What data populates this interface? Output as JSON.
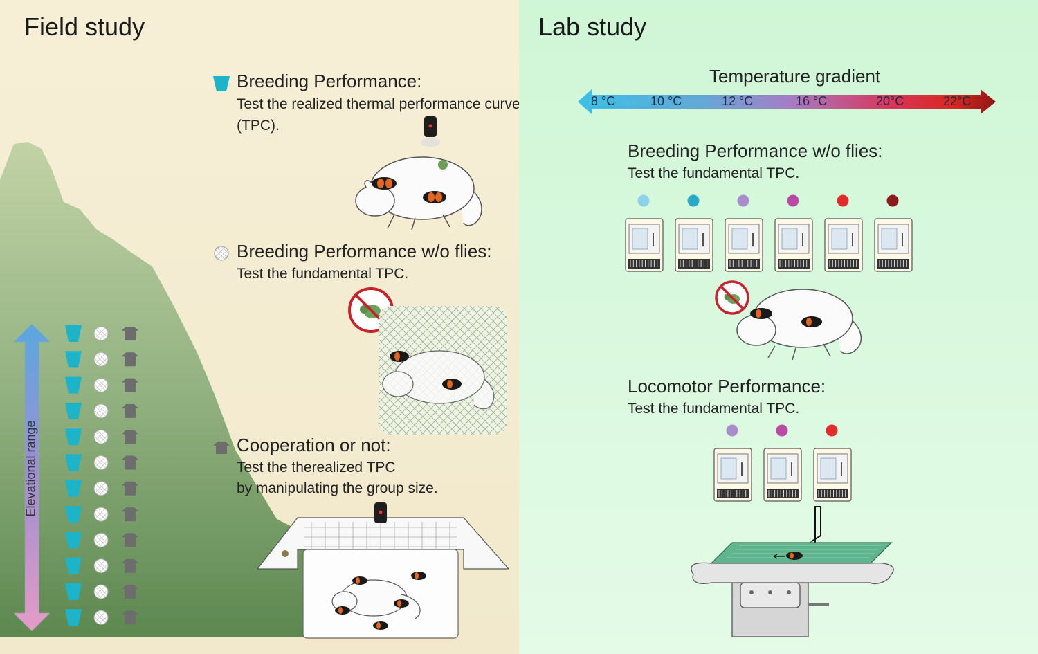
{
  "field": {
    "title": "Field study",
    "elevation_label": "Elevational range",
    "breeding": {
      "title": "Breeding Performance:",
      "line1": "Test the realized thermal performance curve",
      "line2": "(TPC)."
    },
    "breeding_noflies": {
      "title": "Breeding Performance w/o flies:",
      "line1": "Test the fundamental TPC."
    },
    "cooperation": {
      "title": "Cooperation or not:",
      "line1": "Test the therealized  TPC",
      "line2": "by manipulating the group size."
    },
    "icon_names": [
      "cup-icon",
      "mesh-circle-icon",
      "tent-icon"
    ],
    "rows": 12
  },
  "lab": {
    "title": "Lab study",
    "gradient_title": "Temperature gradient",
    "ticks": [
      "8 °C",
      "10 °C",
      "12 °C",
      "16 °C",
      "20°C",
      "22°C"
    ],
    "breeding_noflies": {
      "title": "Breeding Performance w/o flies:",
      "line1": "Test the fundamental TPC."
    },
    "locomotor": {
      "title": "Locomotor Performance:",
      "line1": "Test the fundamental TPC."
    },
    "incubator_colors_row1": [
      "#8fd0ea",
      "#27a9c7",
      "#a98ccc",
      "#b94aa6",
      "#e32b2b",
      "#8b1a1a"
    ],
    "incubator_colors_row2": [
      "#a98ccc",
      "#b94aa6",
      "#e32b2b"
    ]
  },
  "colors": {
    "cyan": "#1db3c9",
    "grey": "#6d6d6d",
    "mountain": "#6f9560"
  }
}
